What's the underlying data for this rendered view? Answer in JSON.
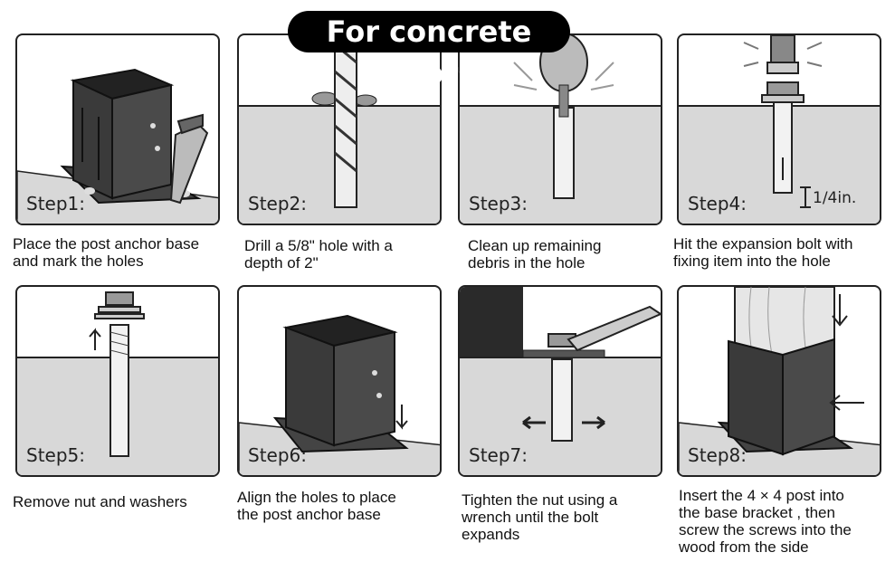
{
  "title": "For concrete floors",
  "steps": [
    {
      "label": "Step1:",
      "caption": "Place the post anchor base\nand mark the holes"
    },
    {
      "label": "Step2:",
      "caption": "Drill a 5/8\" hole with a\ndepth of 2\""
    },
    {
      "label": "Step3:",
      "caption": "Clean up remaining\ndebris in the hole"
    },
    {
      "label": "Step4:",
      "caption": "Hit the expansion bolt with\nfixing item into the hole"
    },
    {
      "label": "Step5:",
      "caption": "Remove nut and washers"
    },
    {
      "label": "Step6:",
      "caption": "Align the holes to place\nthe post anchor base"
    },
    {
      "label": "Step7:",
      "caption": "Tighten the nut using a\nwrench until the bolt\nexpands"
    },
    {
      "label": "Step8:",
      "caption": "Insert the 4 × 4 post into\nthe base bracket , then\nscrew the screws into the\nwood from the side"
    }
  ],
  "step4_note": "1/4in.",
  "colors": {
    "concrete": "#d8d8d8",
    "bracket": "#3a3a3a",
    "outline": "#222222"
  }
}
